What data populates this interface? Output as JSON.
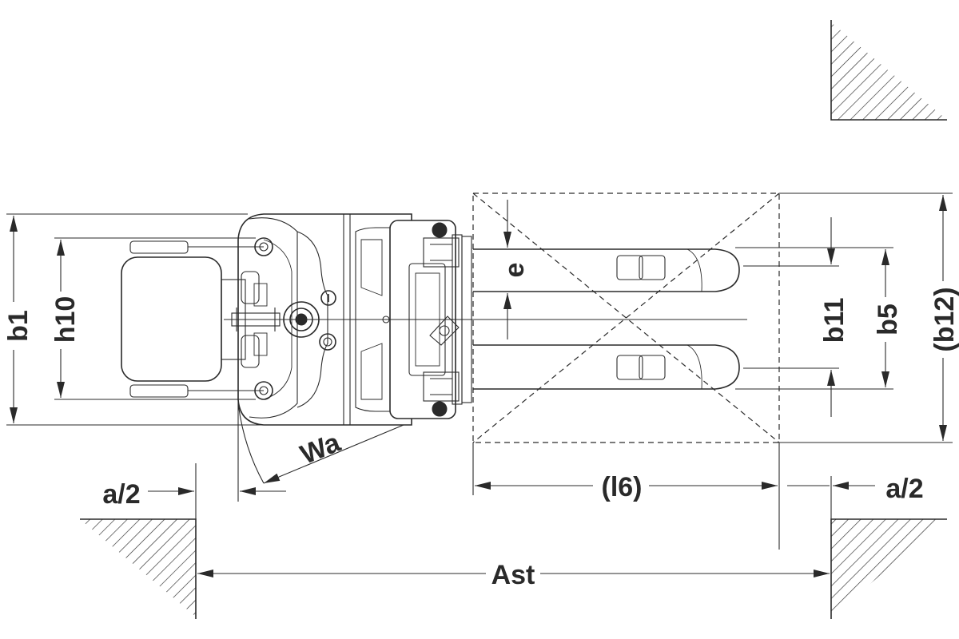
{
  "diagram": {
    "labels": {
      "b1": "b1",
      "h10": "h10",
      "e": "e",
      "b11": "b11",
      "b5": "b5",
      "b12": "(b12)",
      "wa": "Wa",
      "l6": "(l6)",
      "a2_left": "a/2",
      "a2_right": "a/2",
      "ast": "Ast"
    }
  }
}
